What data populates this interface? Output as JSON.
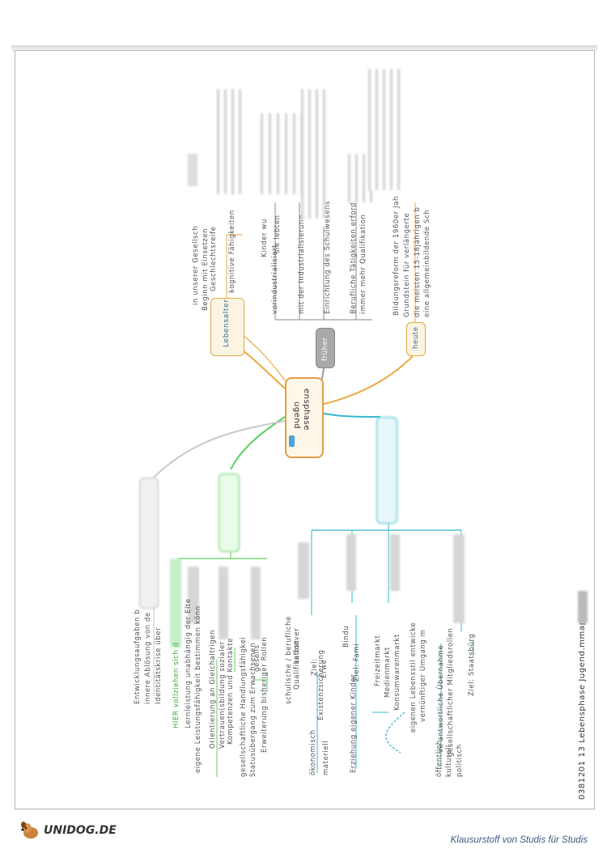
{
  "center": {
    "line1": "ensphase",
    "line2": "ugend"
  },
  "footer": {
    "logo": "UNIDOG.DE",
    "tagline": "Klausurstoff von Studis für Studis",
    "file": "0381201 13 Lebensphase Jugend.mmap - Sm"
  },
  "branches": {
    "lebensalter": {
      "label": "Lebensalter",
      "items": [
        "in unserer Gesellsch",
        "Beginn mit Einsetzen",
        "Geschlechtsreife",
        "kognitive Fähigkeiten"
      ]
    },
    "frueher": {
      "label": "früher",
      "items": [
        "vorindustrialisiert",
        "Kinder wu",
        "sie lebten",
        "mit der Industrialisierung",
        "Einrichtung des Schulwesens",
        "Berufliche Tätigkeiten erforde",
        "immer mehr Qualifikation"
      ]
    },
    "heute": {
      "label": "heute",
      "items": [
        "Bildungsreform der 1960er Jah",
        "Grundstein für verlängerte",
        "die meisten 15-18jährigen b",
        "eine allgemeinbildende Sch"
      ]
    },
    "uebergang": {
      "items": [
        "Entwicklungsaufgaben b",
        "innere Ablösung von de",
        "Identitätskrise über"
      ]
    },
    "green": {
      "items": [
        "HIER vollziehen sich d",
        "Lernleistung unabhängig der Elte",
        "eigene Leistungsfähigkeit bestimmen könn",
        "Orientierung an Gleichaltrigen",
        "Vertrauen(sbildung sozialer",
        "Kompetenzen und Kontakte",
        "gesellschaftliche Handlungsfähigkei",
        "Statusübergang zum Erwachsenen",
        "gesells",
        "Erweiterung bisheriger Rollen"
      ]
    },
    "cyan": {
      "items": [
        "selbstver",
        "schulische / berufliche",
        "Qualifikation",
        "Ziel:",
        "Erwe",
        "Existenzsicherung",
        "ökonomisch",
        "materiell",
        "Bindu",
        "Ziel: Fami",
        "Erziehung eigener Kinder",
        "Freizeitmarkt",
        "Medienmarkt",
        "Konsumwarenmarkt",
        "eigenen Lebensstil entwicke",
        "vernünftiger Umgang m",
        "öffentlich",
        "kulturell",
        "politisch",
        "ve antwortliche Übernahme",
        "gesellschaftlicher Mitgliedsrollen",
        "Ziel: Staatsbürg"
      ]
    }
  }
}
